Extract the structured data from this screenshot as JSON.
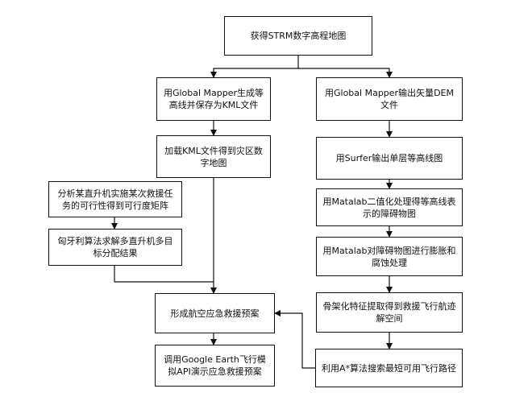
{
  "flowchart": {
    "nodes": {
      "start": "获得STRM数字高程地图",
      "l1": "用Global Mapper生成等高线并保存为KML文件",
      "l2": "加载KML文件得到灾区数字地图",
      "l3": "分析某直升机实施某次救援任务的可行性得到可行度矩阵",
      "l4": "匈牙利算法求解多直升机多目标分配结果",
      "m1": "形成航空应急救援预案",
      "m2": "调用Google Earth飞行模拟API演示应急救援预案",
      "r1": "用Global Mapper输出矢量DEM文件",
      "r2": "用Surfer输出单层等高线图",
      "r3": "用Matalab二值化处理得等高线表示的障碍物图",
      "r4": "用Matalab对障碍物图进行膨胀和腐蚀处理",
      "r5": "骨架化特征提取得到救援飞行航迹解空间",
      "r6": "利用A*算法搜索最短可用飞行路径"
    }
  }
}
